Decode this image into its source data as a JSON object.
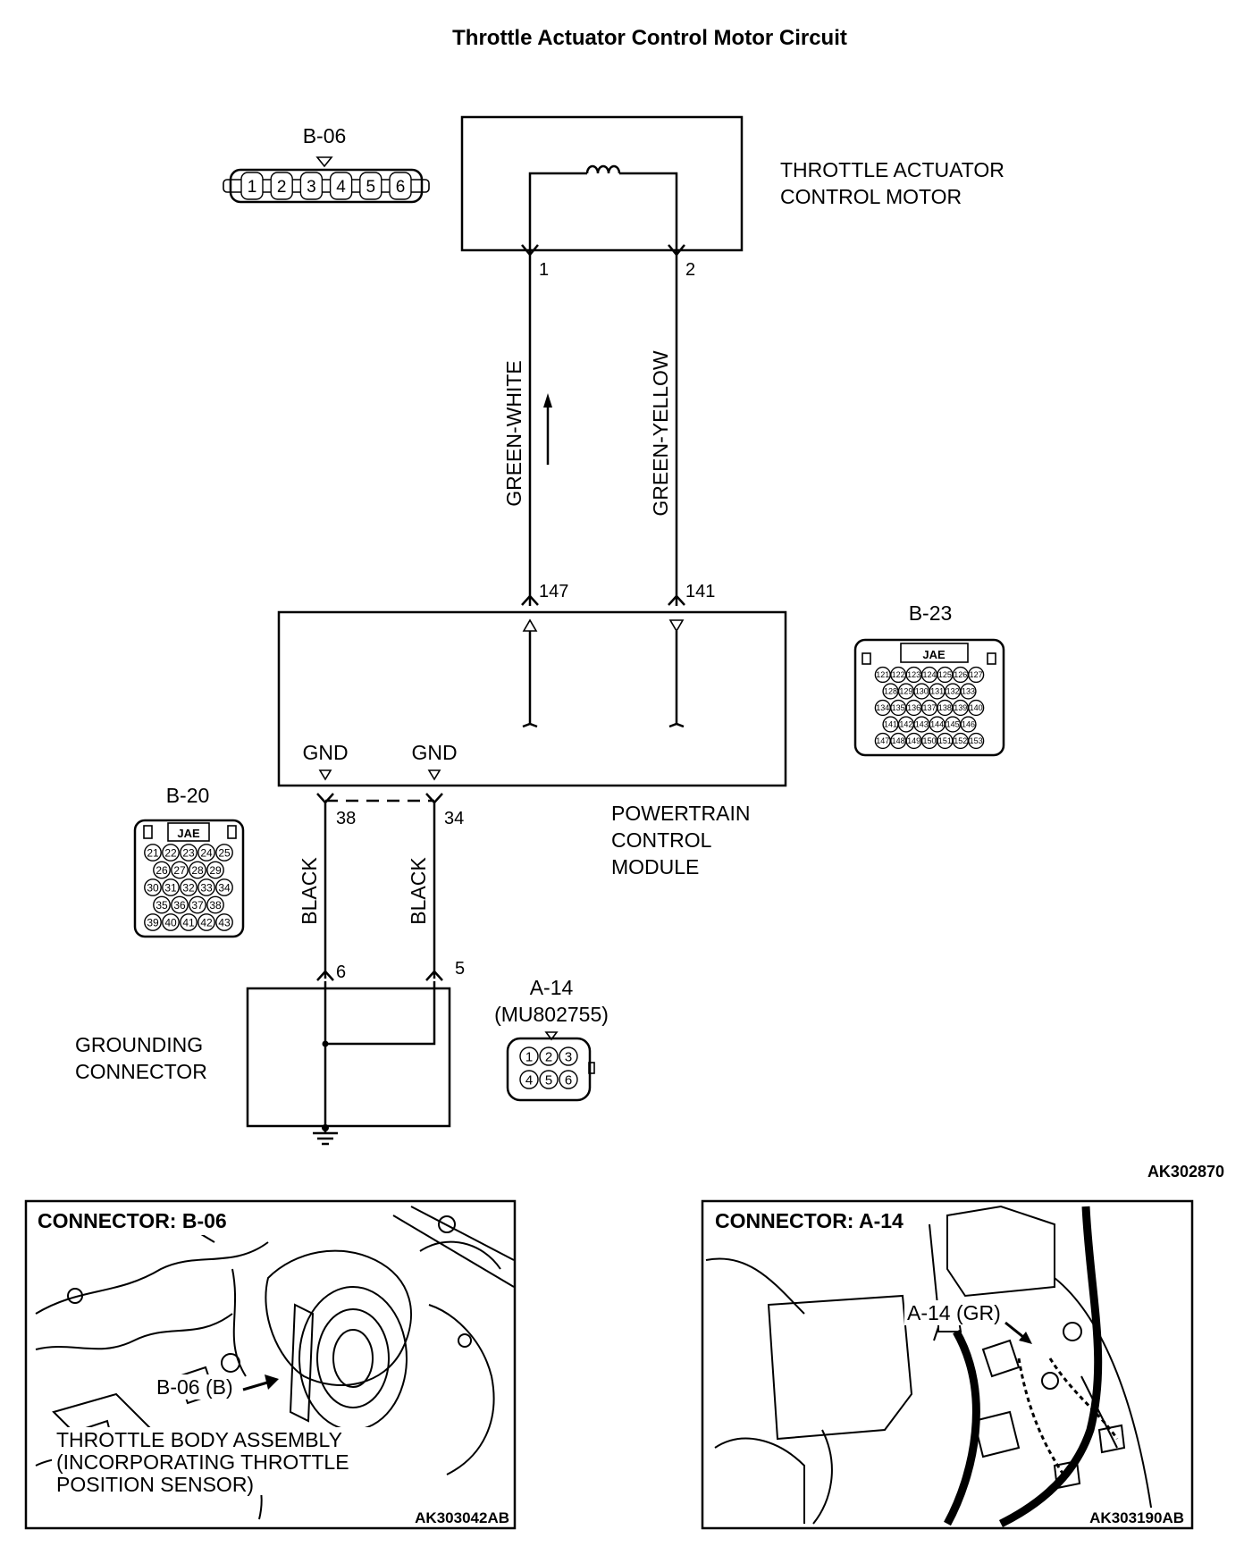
{
  "title": "Throttle Actuator Control Motor Circuit",
  "drawing_id": "AK302870",
  "components": {
    "motor": {
      "label_line1": "THROTTLE ACTUATOR",
      "label_line2": "CONTROL MOTOR",
      "pin1": "1",
      "pin2": "2"
    },
    "pcm": {
      "label_line1": "POWERTRAIN",
      "label_line2": "CONTROL",
      "label_line3": "MODULE",
      "pin_a": "147",
      "pin_b": "141",
      "pin_c": "38",
      "pin_d": "34",
      "gnd1": "GND",
      "gnd2": "GND"
    },
    "ground": {
      "label_line1": "GROUNDING",
      "label_line2": "CONNECTOR",
      "pin_a": "6",
      "pin_b": "5"
    }
  },
  "wires": {
    "w1": "GREEN-WHITE",
    "w2": "GREEN-YELLOW",
    "w3": "BLACK",
    "w4": "BLACK"
  },
  "connectors": {
    "b06": {
      "name": "B-06",
      "pins": [
        "1",
        "2",
        "3",
        "4",
        "5",
        "6"
      ]
    },
    "b23": {
      "name": "B-23",
      "brand": "JAE",
      "rows": [
        [
          "121",
          "122",
          "123",
          "124",
          "125",
          "126",
          "127"
        ],
        [
          "128",
          "129",
          "130",
          "131",
          "132",
          "133"
        ],
        [
          "134",
          "135",
          "136",
          "137",
          "138",
          "139",
          "140"
        ],
        [
          "141",
          "142",
          "143",
          "144",
          "145",
          "146"
        ],
        [
          "147",
          "148",
          "149",
          "150",
          "151",
          "152",
          "153"
        ]
      ]
    },
    "b20": {
      "name": "B-20",
      "brand": "JAE",
      "rows": [
        [
          "21",
          "22",
          "23",
          "24",
          "25"
        ],
        [
          "26",
          "27",
          "28",
          "29"
        ],
        [
          "30",
          "31",
          "32",
          "33",
          "34"
        ],
        [
          "35",
          "36",
          "37",
          "38"
        ],
        [
          "39",
          "40",
          "41",
          "42",
          "43"
        ]
      ]
    },
    "a14": {
      "name": "A-14",
      "part": "(MU802755)",
      "pins": [
        "1",
        "2",
        "3",
        "4",
        "5",
        "6"
      ]
    }
  },
  "location_views": {
    "left": {
      "heading": "CONNECTOR: B-06",
      "callout": "B-06 (B)",
      "desc1": "THROTTLE BODY ASSEMBLY",
      "desc2": "(INCORPORATING THROTTLE",
      "desc3": "POSITION SENSOR)",
      "id": "AK303042AB"
    },
    "right": {
      "heading": "CONNECTOR: A-14",
      "callout": "A-14 (GR)",
      "id": "AK303190AB"
    }
  }
}
